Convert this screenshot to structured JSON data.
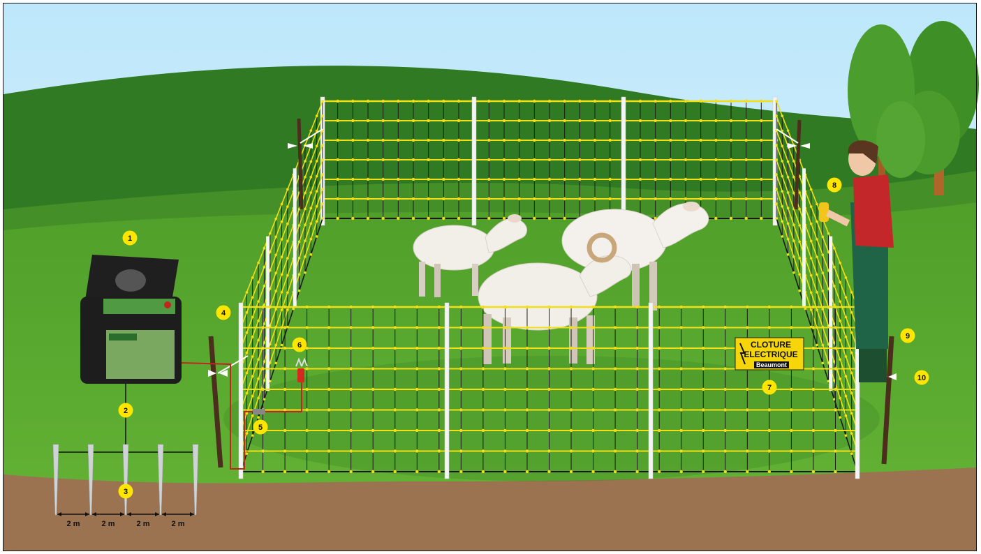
{
  "colors": {
    "sky_top": "#bfe6fa",
    "hill_back": "#3e8a2b",
    "grass": "#5aaa2f",
    "soil": "#9a7350",
    "netting_yellow": "#f3df16",
    "wire_red": "#c0261e",
    "marker": "#ffe600"
  },
  "markers": [
    {
      "number": "1",
      "meaning": "energizer"
    },
    {
      "number": "2",
      "meaning": "earth-cable"
    },
    {
      "number": "3",
      "meaning": "earth-rods"
    },
    {
      "number": "4",
      "meaning": "netting-corner-post"
    },
    {
      "number": "5",
      "meaning": "connection-clamp"
    },
    {
      "number": "6",
      "meaning": "connector"
    },
    {
      "number": "7",
      "meaning": "warning-sign"
    },
    {
      "number": "8",
      "meaning": "fence-tester"
    },
    {
      "number": "9",
      "meaning": "netting-post"
    },
    {
      "number": "10",
      "meaning": "guy-rope-stake"
    }
  ],
  "earth_spacing": [
    "2 m",
    "2 m",
    "2 m",
    "2 m"
  ],
  "sign": {
    "line1": "CLOTURE",
    "line2": "ELECTRIQUE",
    "brand": "Beaumont"
  }
}
